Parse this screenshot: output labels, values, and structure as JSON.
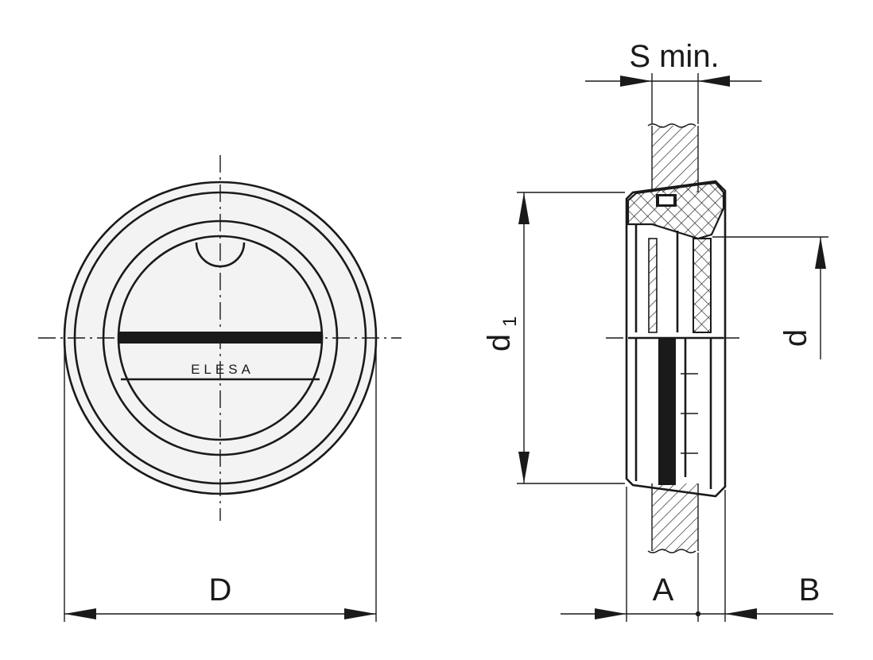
{
  "brand_mark": "ELESA",
  "dimensions": {
    "D": "D",
    "d1": "d",
    "d1_sub": "1",
    "d": "d",
    "S_min": "S min.",
    "A": "A",
    "B": "B"
  },
  "colors": {
    "line": "#1a1a1a",
    "face": "#f3f3f3",
    "background": "#ffffff"
  }
}
